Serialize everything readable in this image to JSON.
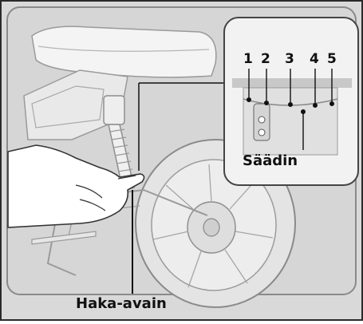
{
  "labels": {
    "hook_wrench": "Haka-avain",
    "adjuster": "Säädin"
  },
  "adjuster_positions": [
    "1",
    "2",
    "3",
    "4",
    "5"
  ],
  "colors": {
    "background": "#dcdcdc",
    "frame_border": "#2a2a2a",
    "label_text": "#111111"
  }
}
